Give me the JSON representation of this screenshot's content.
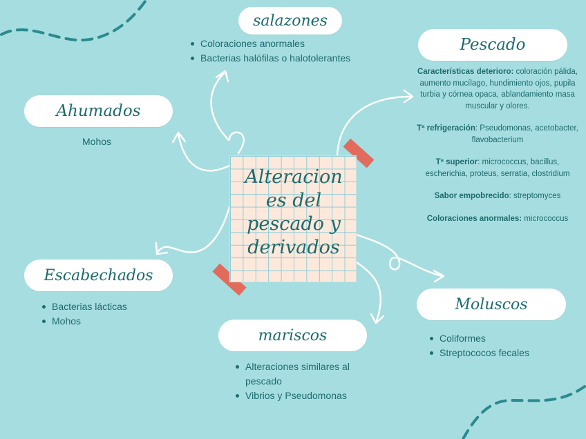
{
  "center": {
    "title_line1": "Alteracion",
    "title_line2": "es del",
    "title_line3": "pescado y",
    "title_line4": "derivados"
  },
  "salazones": {
    "title": "salazones",
    "items": [
      "Coloraciones anormales",
      "Bacterias halófilas o halotolerantes"
    ]
  },
  "ahumados": {
    "title": "Ahumados",
    "text": "Mohos"
  },
  "pescado": {
    "title": "Pescado",
    "blocks": [
      {
        "label": "Características deterioro:",
        "text": " coloración pálida, aumento mucílago, hundimiento ojos, pupila turbia y córnea opaca, ablandamiento masa muscular y olores."
      },
      {
        "label": "Tª refrigeración",
        "text": ": Pseudomonas, acetobacter, flavobacterium"
      },
      {
        "label": "Tª superior",
        "text": ": micrococcus, bacillus, escherichia, proteus, serratia, clostridium"
      },
      {
        "label": "Sabor empobrecido",
        "text": ": streptomyces"
      },
      {
        "label": "Coloraciones anormales:",
        "text": " micrococcus"
      }
    ]
  },
  "escabechados": {
    "title": "Escabechados",
    "items": [
      "Bacterias lácticas",
      "Mohos"
    ]
  },
  "mariscos": {
    "title": "mariscos",
    "items": [
      "Alteraciones similares al pescado",
      "Vibrios y Pseudomonas"
    ]
  },
  "moluscos": {
    "title": "Moluscos",
    "items": [
      "Coliformes",
      "Streptococos fecales"
    ]
  },
  "colors": {
    "background": "#a6dde0",
    "text": "#1d6b6e",
    "tape": "#e36b5c",
    "note": "#fde9dc"
  }
}
